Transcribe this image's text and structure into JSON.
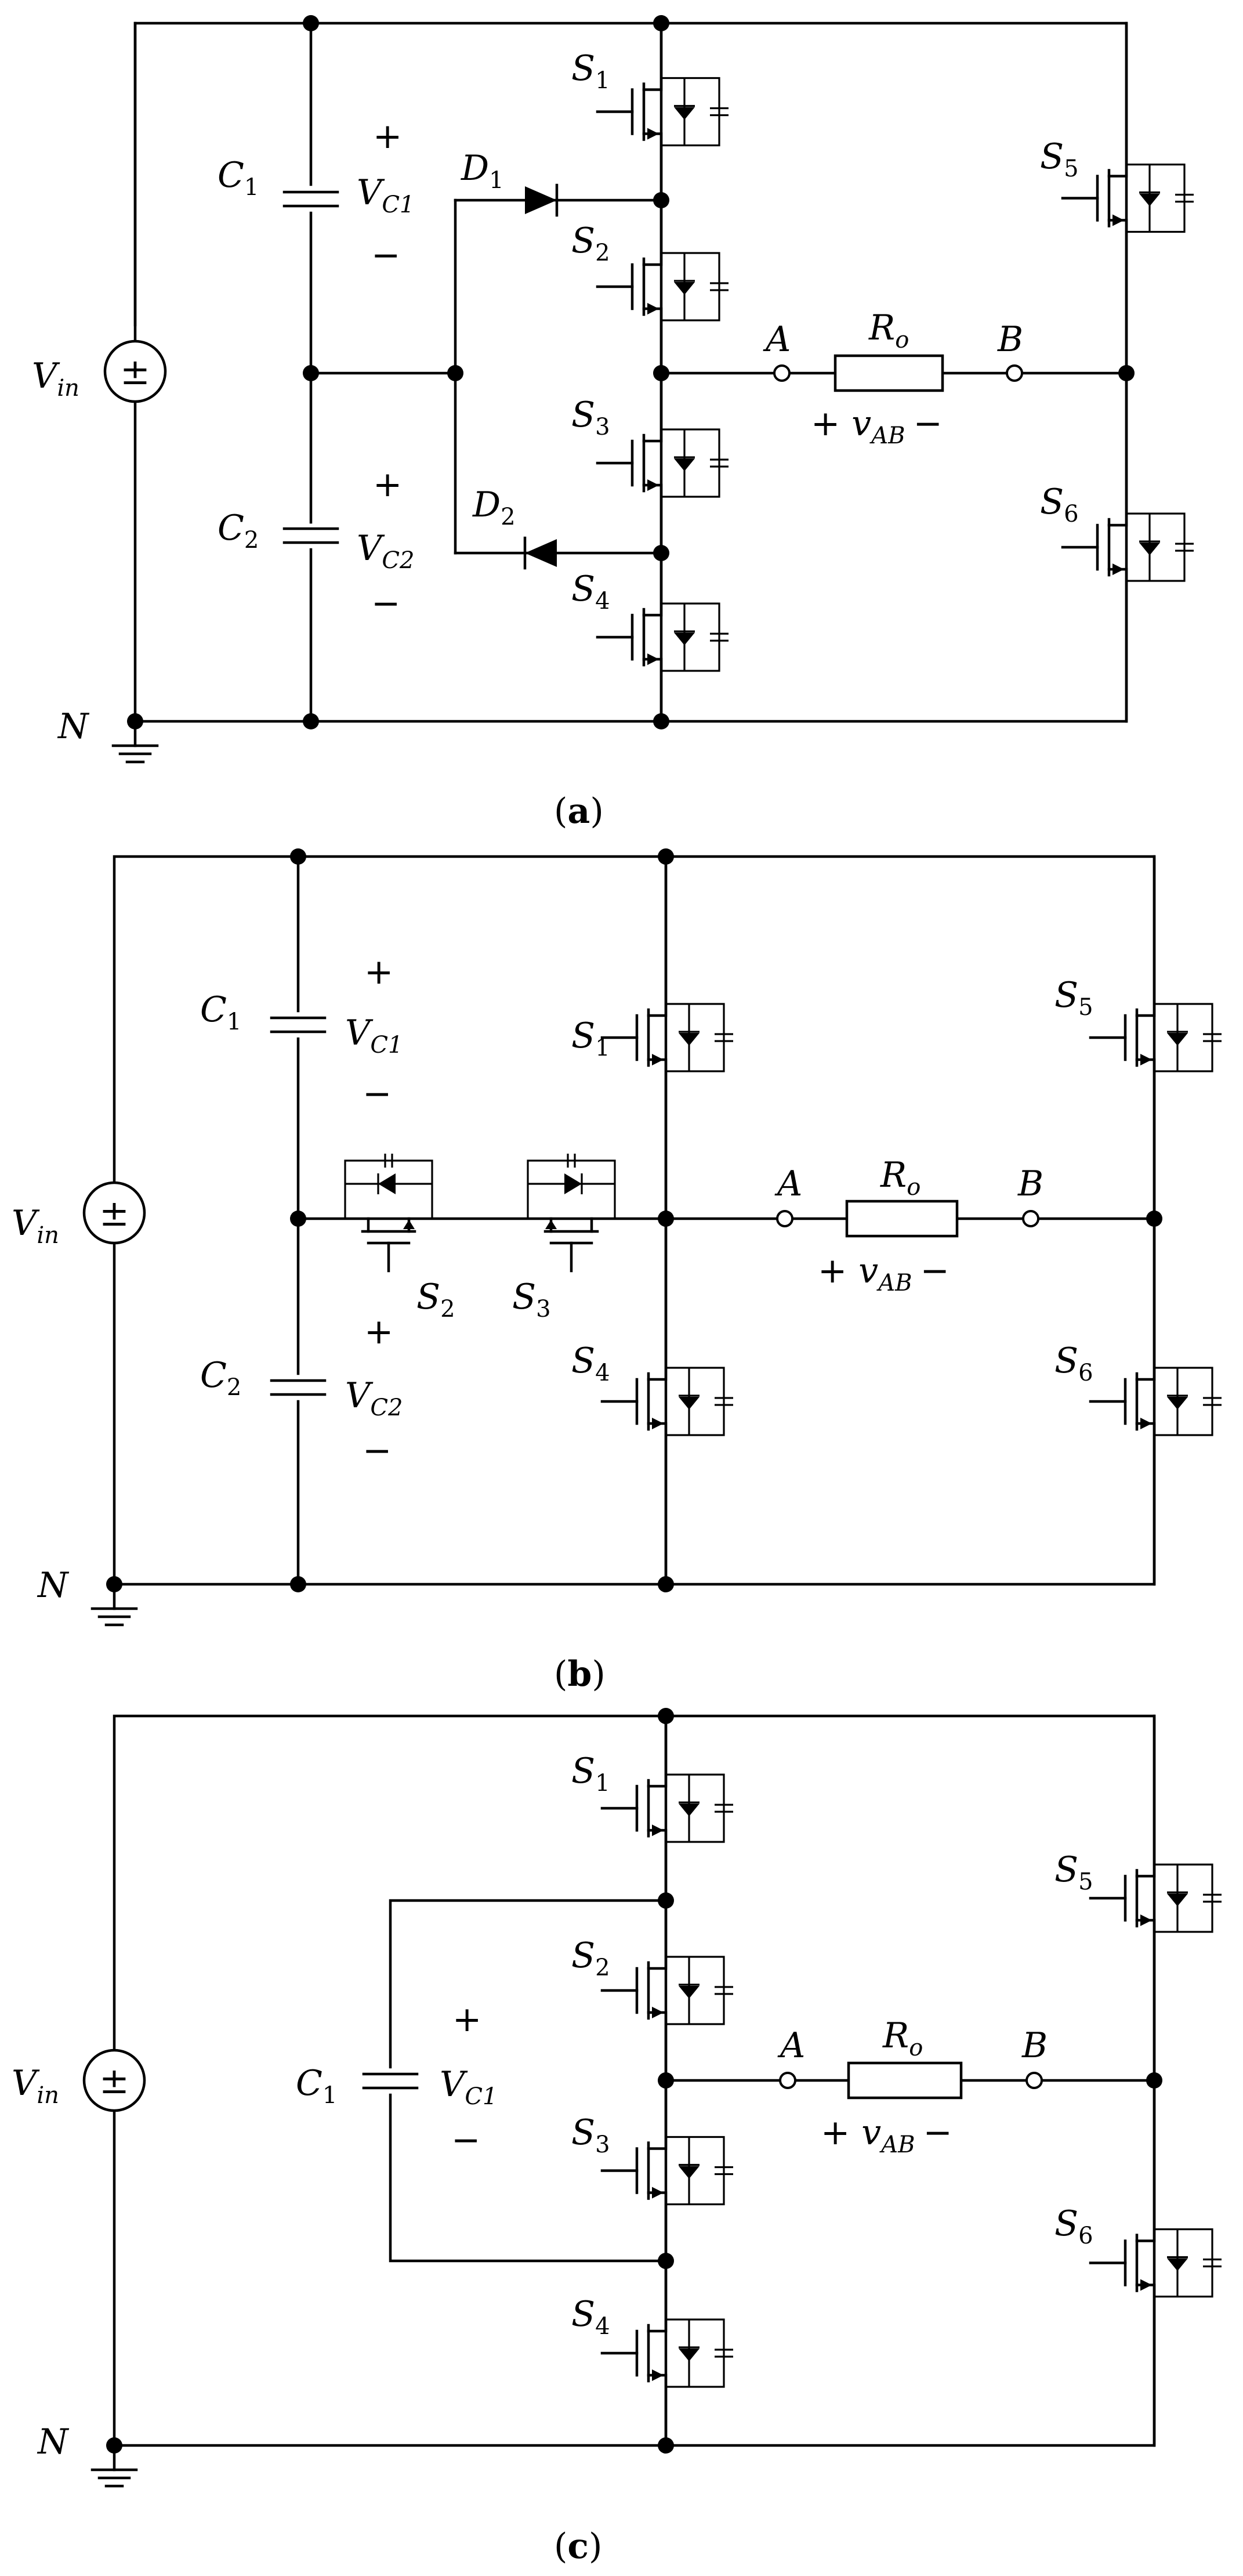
{
  "common": {
    "source": {
      "main": "V",
      "sub": "in"
    },
    "ground": "N",
    "terminal_a": "A",
    "terminal_b": "B",
    "load": {
      "main": "R",
      "sub": "o"
    },
    "output_voltage": {
      "plus": "+",
      "main": "v",
      "sub": "AB",
      "minus": "−"
    },
    "plus": "+",
    "minus": "−",
    "source_symbol": "±"
  },
  "panels": [
    {
      "id": "a",
      "caption": {
        "open": "(",
        "letter": "a",
        "close": ")"
      },
      "switches": [
        {
          "main": "S",
          "sub": "1"
        },
        {
          "main": "S",
          "sub": "2"
        },
        {
          "main": "S",
          "sub": "3"
        },
        {
          "main": "S",
          "sub": "4"
        },
        {
          "main": "S",
          "sub": "5"
        },
        {
          "main": "S",
          "sub": "6"
        }
      ],
      "capacitors": [
        {
          "name": {
            "main": "C",
            "sub": "1"
          },
          "voltage": {
            "main": "V",
            "sub": "C1"
          }
        },
        {
          "name": {
            "main": "C",
            "sub": "2"
          },
          "voltage": {
            "main": "V",
            "sub": "C2"
          }
        }
      ],
      "diodes": [
        {
          "main": "D",
          "sub": "1"
        },
        {
          "main": "D",
          "sub": "2"
        }
      ]
    },
    {
      "id": "b",
      "caption": {
        "open": "(",
        "letter": "b",
        "close": ")"
      },
      "switches": [
        {
          "main": "S",
          "sub": "1"
        },
        {
          "main": "S",
          "sub": "2"
        },
        {
          "main": "S",
          "sub": "3"
        },
        {
          "main": "S",
          "sub": "4"
        },
        {
          "main": "S",
          "sub": "5"
        },
        {
          "main": "S",
          "sub": "6"
        }
      ],
      "capacitors": [
        {
          "name": {
            "main": "C",
            "sub": "1"
          },
          "voltage": {
            "main": "V",
            "sub": "C1"
          }
        },
        {
          "name": {
            "main": "C",
            "sub": "2"
          },
          "voltage": {
            "main": "V",
            "sub": "C2"
          }
        }
      ]
    },
    {
      "id": "c",
      "caption": {
        "open": "(",
        "letter": "c",
        "close": ")"
      },
      "switches": [
        {
          "main": "S",
          "sub": "1"
        },
        {
          "main": "S",
          "sub": "2"
        },
        {
          "main": "S",
          "sub": "3"
        },
        {
          "main": "S",
          "sub": "4"
        },
        {
          "main": "S",
          "sub": "5"
        },
        {
          "main": "S",
          "sub": "6"
        }
      ],
      "capacitors": [
        {
          "name": {
            "main": "C",
            "sub": "1"
          },
          "voltage": {
            "main": "V",
            "sub": "C1"
          }
        }
      ]
    }
  ]
}
